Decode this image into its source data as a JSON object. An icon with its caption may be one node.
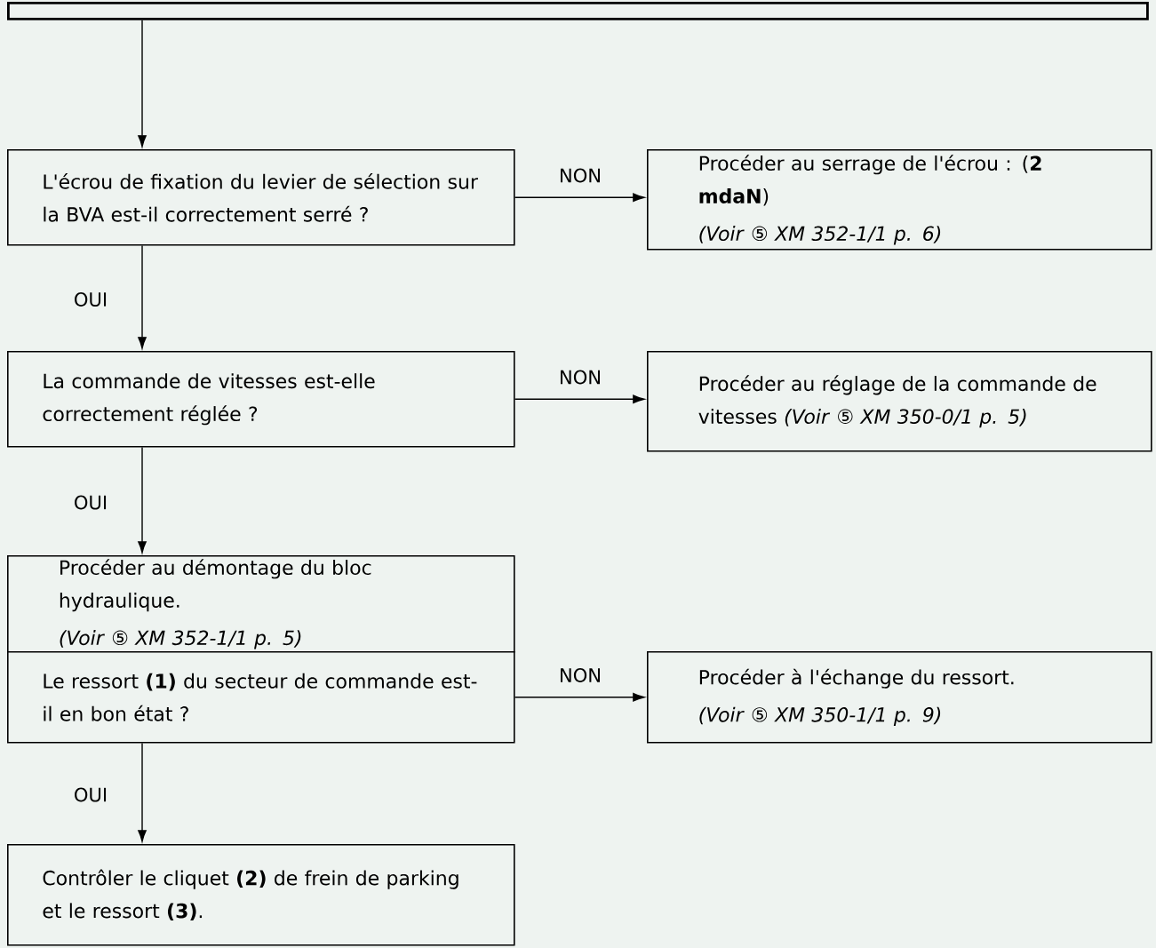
{
  "diagram": {
    "nodes": [
      {
        "text": [],
        "shape": "box"
      },
      {
        "text": [
          "L'écrou de fixation du levier de sélection sur la BVA est-il correctement serré ?"
        ]
      },
      {
        "text": [
          "Procéder au serrage de l'écrou : (**2 mdaN**)",
          "*(Voir* ⑤ *XM 352-1/1 p. 6)*"
        ]
      },
      {
        "text": [
          "La commande de vitesses est-elle correctement réglée ?"
        ]
      },
      {
        "text": [
          "Procéder au réglage de la commande de vitesses *(Voir* ⑤ *XM 350-0/1 p. 5)*"
        ]
      },
      {
        "text": [
          "Procéder au démontage du bloc hydraulique.",
          "*(Voir* ⑤ *XM 352-1/1 p. 5)*"
        ]
      },
      {
        "text": [
          "Le ressort **(1)** du secteur de commande est-il en bon état ?"
        ]
      },
      {
        "text": [
          "Procéder à l'échange du ressort.",
          "*(Voir* ⑤ *XM 350-1/1 p. 9)*"
        ]
      },
      {
        "text": [
          "Contrôler le cliquet **(2)** de frein de parking et le ressort **(3)**."
        ]
      }
    ],
    "edges": [
      {
        "from": 0,
        "to": 1,
        "arrow": "to"
      },
      {
        "from": 1,
        "to": 2,
        "arrow": "to",
        "label": "NON"
      },
      {
        "from": 1,
        "to": 3,
        "arrow": "to",
        "label": "OUI"
      },
      {
        "from": 3,
        "to": 4,
        "arrow": "to",
        "label": "NON"
      },
      {
        "from": 3,
        "to": 5,
        "arrow": "to",
        "label": "OUI"
      },
      {
        "from": 6,
        "to": 7,
        "arrow": "to",
        "label": "NON"
      },
      {
        "from": 6,
        "to": 8,
        "arrow": "to",
        "label": "OUI"
      }
    ]
  }
}
